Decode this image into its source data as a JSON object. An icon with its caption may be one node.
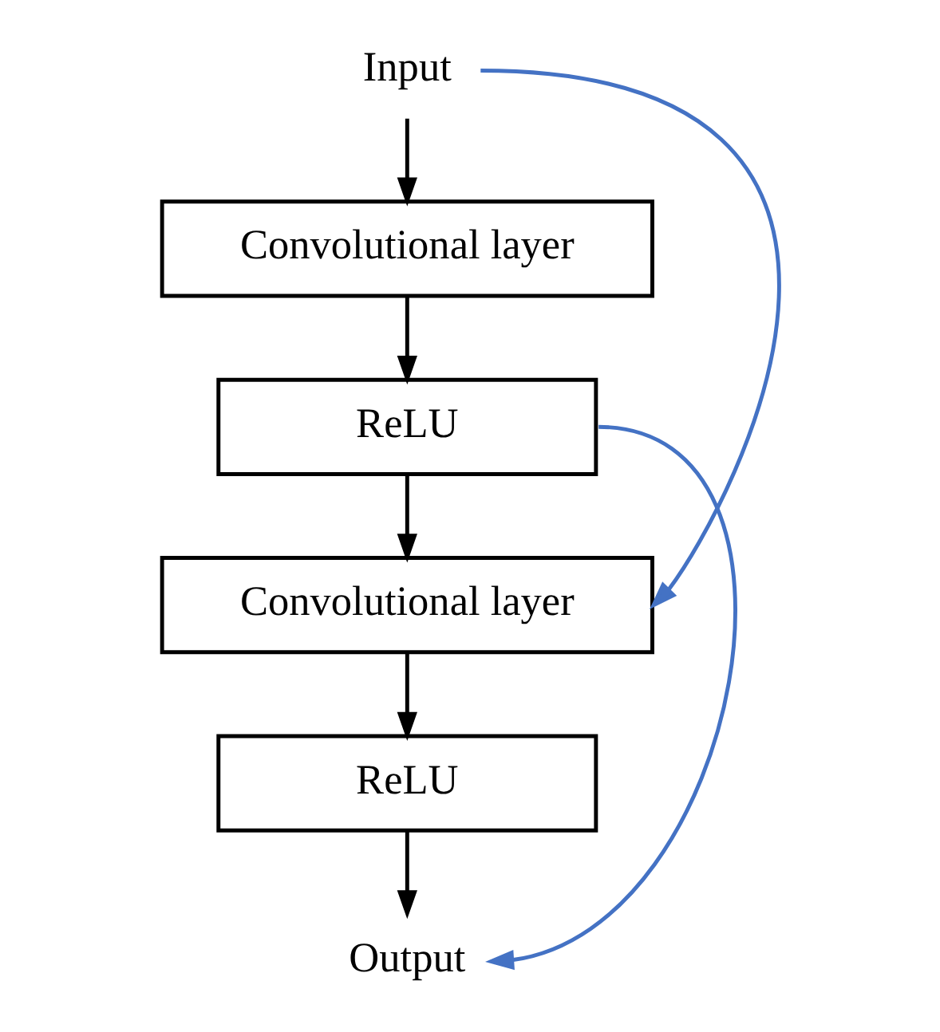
{
  "diagram": {
    "nodes": [
      {
        "text": [
          "Input"
        ]
      },
      {
        "text": [
          "Convolutional layer"
        ]
      },
      {
        "text": [
          "ReLU"
        ]
      },
      {
        "text": [
          "Convolutional layer"
        ]
      },
      {
        "text": [
          "ReLU"
        ]
      },
      {
        "text": [
          "Output"
        ]
      }
    ],
    "edges": [
      {
        "from": 0,
        "to": 1,
        "arrow": "to"
      },
      {
        "from": 1,
        "to": 2,
        "arrow": "to"
      },
      {
        "from": 2,
        "to": 3,
        "arrow": "to"
      },
      {
        "from": 3,
        "to": 4,
        "arrow": "to"
      },
      {
        "from": 4,
        "to": 5,
        "arrow": "to"
      },
      {
        "from": 0,
        "to": 3,
        "arrow": "to",
        "color": "#4472c4"
      },
      {
        "from": 2,
        "to": 5,
        "arrow": "to",
        "color": "#4472c4"
      }
    ]
  }
}
